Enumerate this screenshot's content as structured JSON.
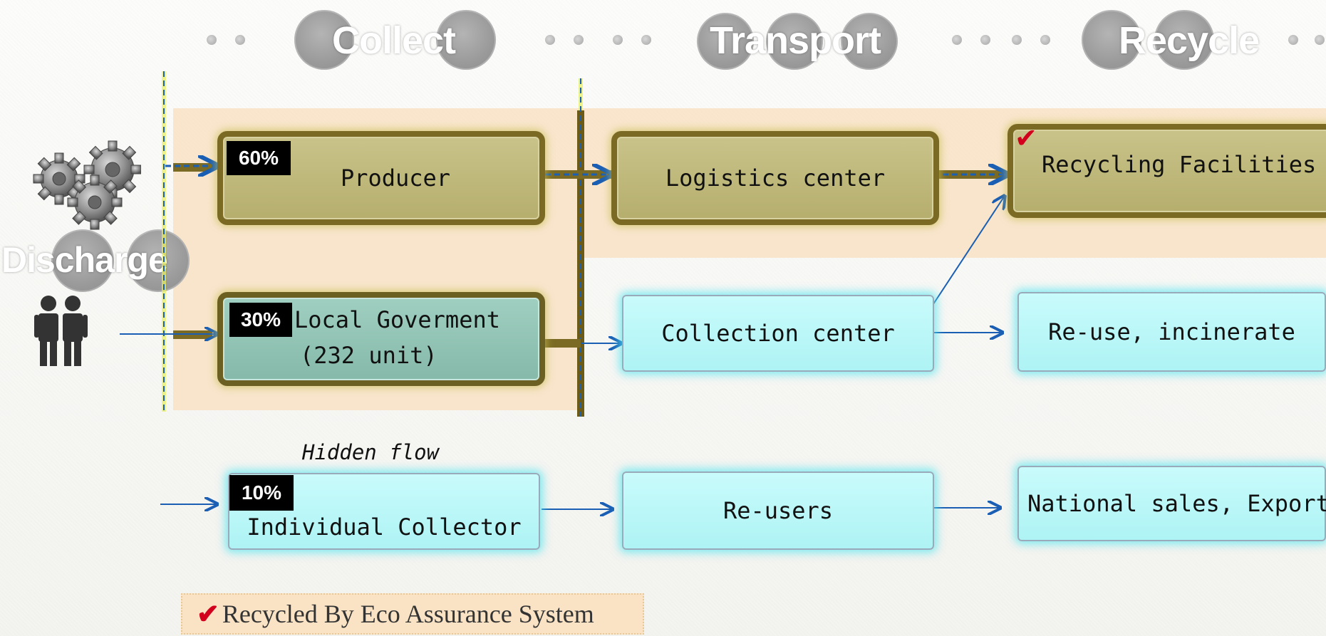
{
  "stages": {
    "collect": "Collect",
    "transport": "Transport",
    "recycle": "Recycle",
    "discharge": "Discharge"
  },
  "sources": {
    "producer": {
      "percent": "60%",
      "label": "Producer"
    },
    "local_government": {
      "percent": "30%",
      "label_line1": "Local Goverment",
      "label_line2": "(232 unit)"
    },
    "individual_collector": {
      "percent": "10%",
      "label": "Individual Collector"
    }
  },
  "transport": {
    "logistics_center": "Logistics center",
    "collection_center": "Collection center",
    "re_users": "Re-users"
  },
  "recycle": {
    "recycling_facilities": "Recycling Facilities",
    "reuse_incinerate": "Re-use, incinerate",
    "national_sales_export": "National sales, Export"
  },
  "annotations": {
    "hidden_flow": "Hidden flow"
  },
  "legend": {
    "label": "Recycled By Eco Assurance System"
  },
  "icons": [
    "gears-icon",
    "people-icon",
    "checkmark-icon"
  ],
  "colors": {
    "olive_box": "#b5ae6d",
    "olive_border": "#7a6a24",
    "teal_box": "#86b9aa",
    "cyan_box": "#aef3f5",
    "band": "#f8e2c4",
    "arrow_blue": "#1a5fb4",
    "check_red": "#d2001c"
  }
}
